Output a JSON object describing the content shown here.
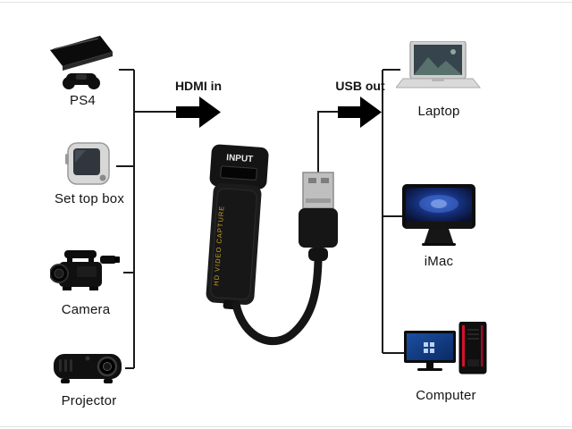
{
  "diagram": {
    "connections": {
      "hdmi_label": "HDMI in",
      "usb_label": "USB out"
    },
    "device": {
      "input_label": "INPUT",
      "side_label": "HD VIDEO CAPTURE"
    },
    "sources": [
      {
        "label": "PS4",
        "icon": "ps4-icon"
      },
      {
        "label": "Set top box",
        "icon": "set-top-box-icon"
      },
      {
        "label": "Camera",
        "icon": "camera-icon"
      },
      {
        "label": "Projector",
        "icon": "projector-icon"
      }
    ],
    "outputs": [
      {
        "label": "Laptop",
        "icon": "laptop-icon"
      },
      {
        "label": "iMac",
        "icon": "imac-icon"
      },
      {
        "label": "Computer",
        "icon": "computer-icon"
      }
    ],
    "colors": {
      "line": "#1a1a1a",
      "arrow": "#000000",
      "device_body": "#1b1b1b",
      "accent_gold": "#c9a227",
      "background": "#ffffff"
    }
  }
}
